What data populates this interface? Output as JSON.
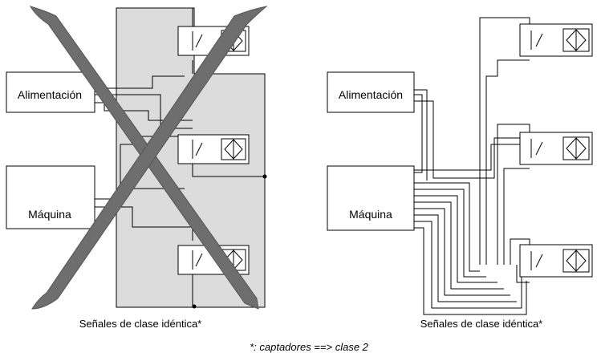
{
  "left_panel": {
    "supply_label": "Alimentación",
    "machine_label": "Máquina",
    "caption": "Señales de clase idéntica*"
  },
  "right_panel": {
    "supply_label": "Alimentación",
    "machine_label": "Máquina",
    "caption": "Señales de clase idéntica*"
  },
  "footnote": "*: captadores ==> clase 2",
  "colors": {
    "shield_fill": "#dcdcdc",
    "cross": "#6e6e6e",
    "line": "#000000"
  }
}
